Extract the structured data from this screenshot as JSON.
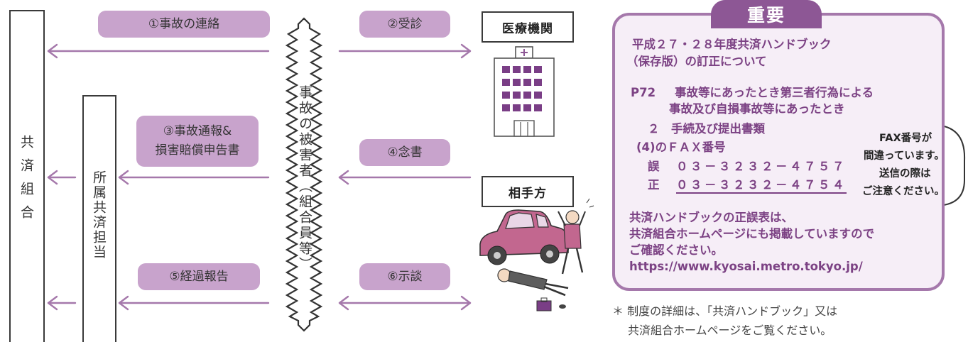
{
  "left_box": {
    "label": "共済組合"
  },
  "mid_box": {
    "label": "所属共済担当"
  },
  "victim": {
    "label": "事故の被害者（組合員等）"
  },
  "steps": {
    "s1": "①事故の連絡",
    "s2": "②受診",
    "s3_line1": "③事故通報&",
    "s3_line2": "損害賠償申告書",
    "s4": "④念書",
    "s5": "⑤経過報告",
    "s6": "⑥示談"
  },
  "right": {
    "hospital": "医療機関",
    "counterparty": "相手方"
  },
  "notice": {
    "badge": "重要",
    "title_line1": "平成２７・２８年度共済ハンドブック",
    "title_line2": "（保存版）の訂正について",
    "p72_label": "P72",
    "p72_line1": "事故等にあったとき第三者行為による",
    "p72_line2": "事故及び自損事故等にあったとき",
    "item2": "２　手続及び提出書類",
    "item4": "(4)のＦＡＸ番号",
    "wrong_label": "誤",
    "wrong_number": "０３－３２３２－４７５７",
    "right_label": "正",
    "right_number": "０３－３２３２－４７５４",
    "body_line1": "共済ハンドブックの正誤表は、",
    "body_line2": "共済組合ホームページにも掲載していますので",
    "body_line3": "ご確認ください。",
    "url": "https://www.kyosai.metro.tokyo.jp/"
  },
  "bubble": {
    "line1": "FAX番号が",
    "line2": "間違っています。",
    "line3": "送信の際は",
    "line4": "ご注意ください。"
  },
  "footnote": {
    "line1": "＊ 制度の詳細は、「共済ハンドブック」又は",
    "line2": "共済組合ホームページをご覧ください。"
  },
  "colors": {
    "purple_arrow": "#a578ab",
    "pill": "#c8a3cc",
    "panel_border": "#a578ab",
    "panel_bg": "#f6eef7",
    "badge": "#8d5795",
    "notice_text": "#7c4284",
    "car": "#c2678f"
  }
}
